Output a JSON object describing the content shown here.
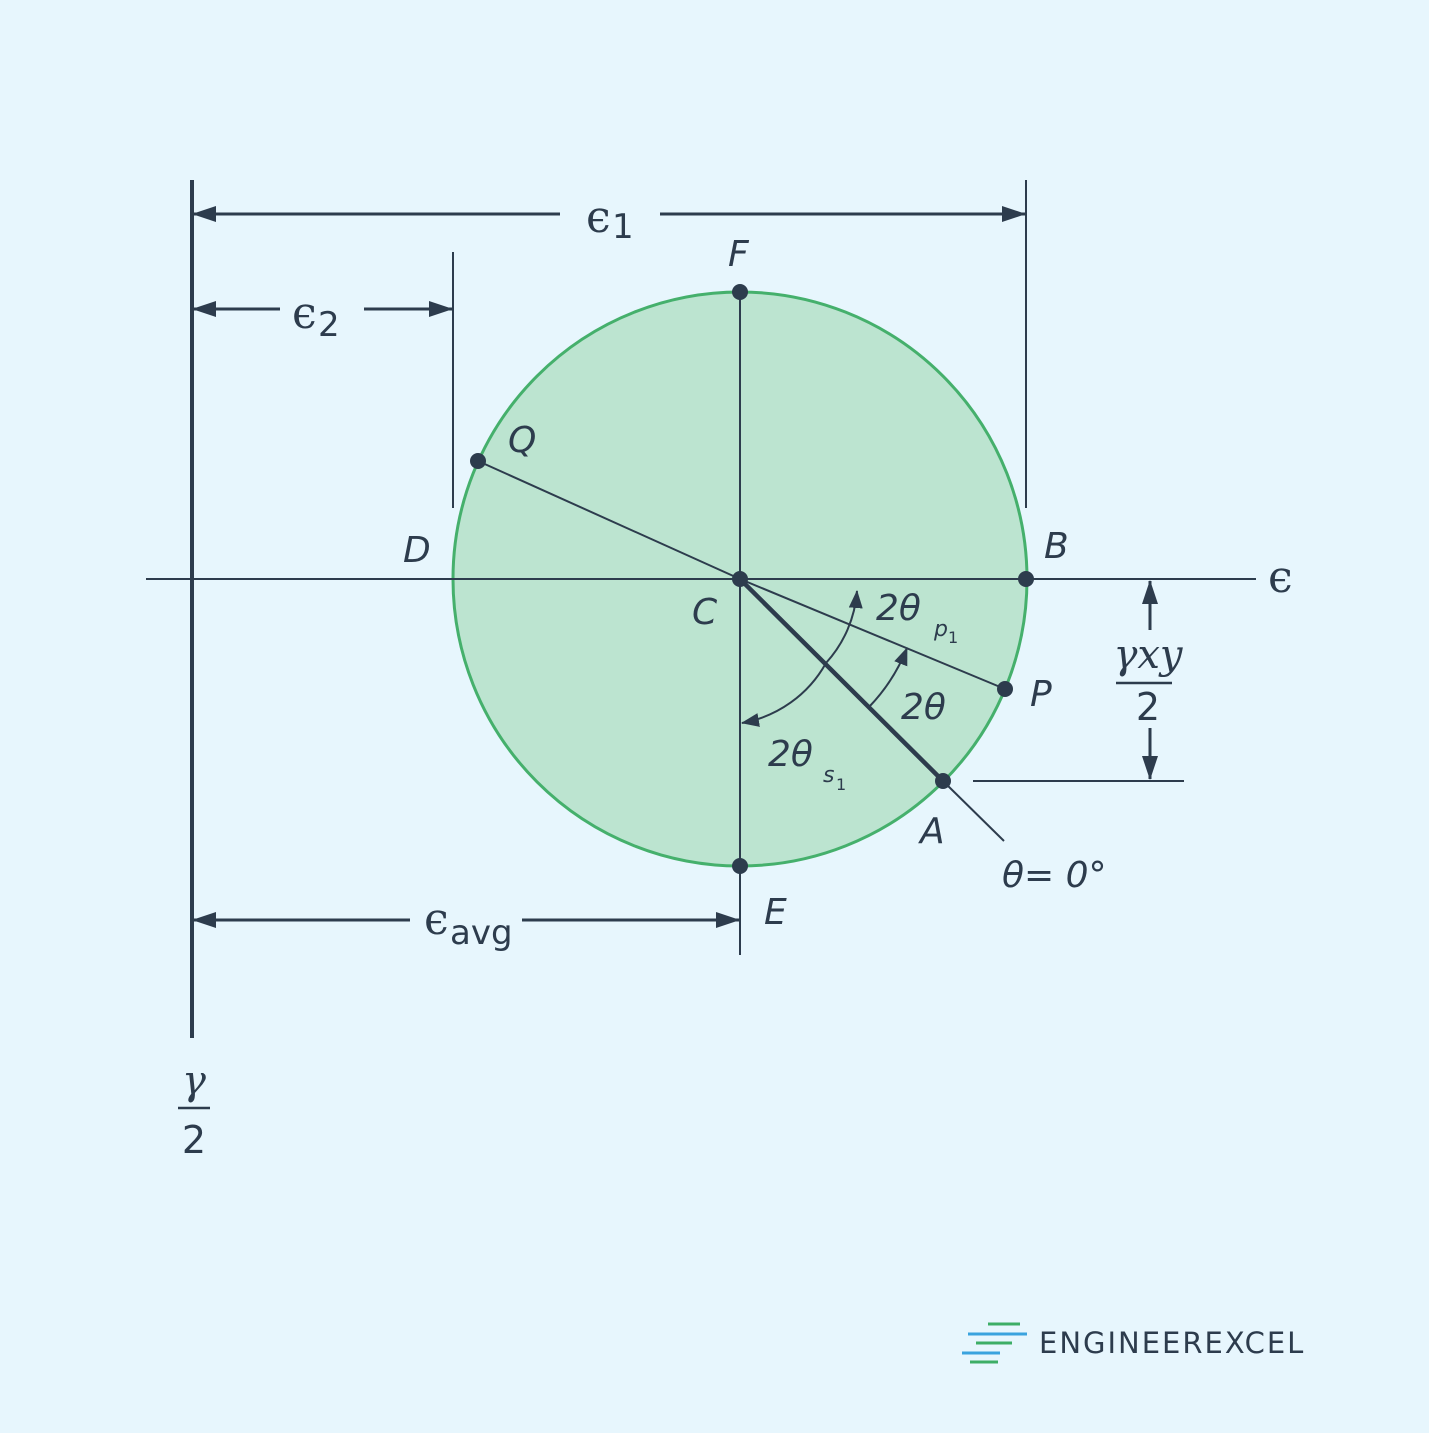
{
  "colors": {
    "background": "#e7f6fd",
    "ink": "#2d3c4d",
    "circle_fill": "#bce4d0",
    "circle_stroke": "#45b06c",
    "logo_green": "#3dae66",
    "logo_blue": "#3aa3de"
  },
  "points": {
    "A": "A",
    "B": "B",
    "C": "C",
    "D": "D",
    "E": "E",
    "F": "F",
    "P": "P",
    "Q": "Q"
  },
  "axes": {
    "horizontal": "ϵ",
    "vertical_num": "γ",
    "vertical_den": "2"
  },
  "dimensions": {
    "eps1_sym": "ϵ",
    "eps1_sub": "1",
    "eps2_sym": "ϵ",
    "eps2_sub": "2",
    "epsavg_sym": "ϵ",
    "epsavg_sub": "avg",
    "gamma_num": "γxy",
    "gamma_den": "2"
  },
  "angles": {
    "two_theta_p1": "2θ",
    "p_sub": "p",
    "p_sub_index": "1",
    "two_theta": "2θ",
    "two_theta_s1": "2θ",
    "s_sub": "s",
    "s_sub_index": "1",
    "theta_zero": "θ= 0°"
  },
  "logo": {
    "text": "ENGINEEREXCEL",
    "icon": "speed-lines-icon"
  }
}
